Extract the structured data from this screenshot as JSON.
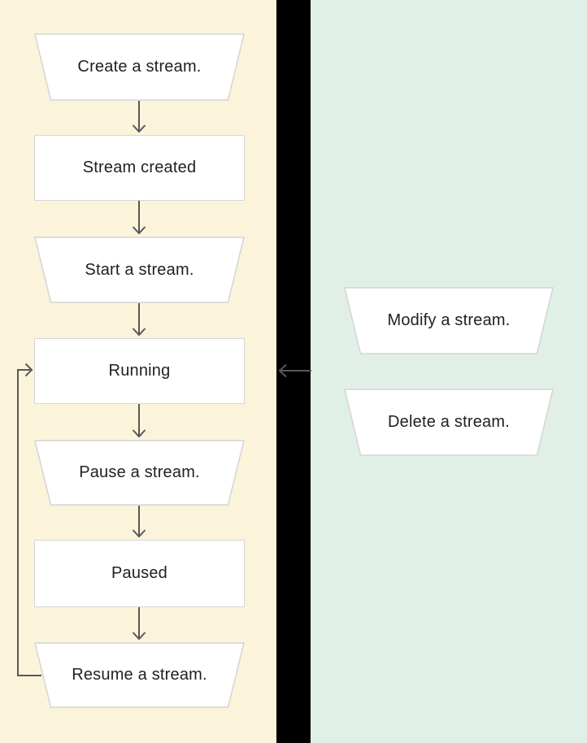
{
  "diagram": {
    "title": "Stream lifecycle flowchart",
    "colors": {
      "left_panel_bg": "#fbf4db",
      "right_panel_bg": "#e1f0e7",
      "divider": "#000000",
      "node_fill": "#ffffff",
      "node_border": "#d6d6d6",
      "arrow": "#57585a",
      "text": "#212121"
    },
    "left_panel": {
      "nodes": [
        {
          "id": "create",
          "shape": "trapezoid",
          "label": "Create a stream."
        },
        {
          "id": "created",
          "shape": "rect",
          "label": "Stream created"
        },
        {
          "id": "start",
          "shape": "trapezoid",
          "label": "Start a stream."
        },
        {
          "id": "running",
          "shape": "rect",
          "label": "Running"
        },
        {
          "id": "pause",
          "shape": "trapezoid",
          "label": "Pause a stream."
        },
        {
          "id": "paused",
          "shape": "rect",
          "label": "Paused"
        },
        {
          "id": "resume",
          "shape": "trapezoid",
          "label": "Resume a stream."
        }
      ]
    },
    "right_panel": {
      "nodes": [
        {
          "id": "modify",
          "shape": "trapezoid",
          "label": "Modify a stream."
        },
        {
          "id": "delete",
          "shape": "trapezoid",
          "label": "Delete a stream."
        }
      ]
    },
    "edges": [
      {
        "from": "create",
        "to": "created",
        "type": "down-arrow"
      },
      {
        "from": "created",
        "to": "start",
        "type": "down-arrow"
      },
      {
        "from": "start",
        "to": "running",
        "type": "down-arrow"
      },
      {
        "from": "running",
        "to": "pause",
        "type": "down-arrow"
      },
      {
        "from": "pause",
        "to": "paused",
        "type": "down-arrow"
      },
      {
        "from": "paused",
        "to": "resume",
        "type": "down-arrow"
      },
      {
        "from": "resume",
        "to": "running",
        "type": "loop-back-left"
      },
      {
        "from": "right_panel",
        "to": "running",
        "type": "left-arrow-across-divider"
      }
    ]
  }
}
